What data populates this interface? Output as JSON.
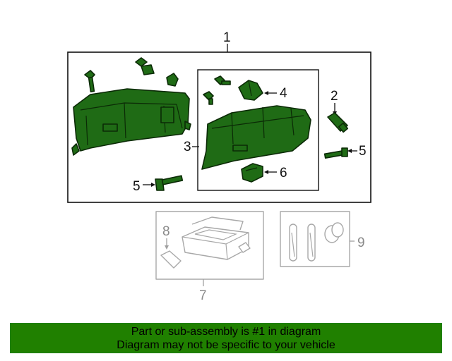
{
  "diagram": {
    "callouts": {
      "c1": "1",
      "c2": "2",
      "c3": "3",
      "c4": "4",
      "c5_right": "5",
      "c5_left": "5",
      "c6": "6",
      "c7": "7",
      "c8": "8",
      "c9": "9"
    },
    "colors": {
      "part_fill": "#1f6b15",
      "banner_bg": "#208000",
      "ghost_stroke": "#a8a8a8"
    }
  },
  "banner": {
    "line1": "Part or sub-assembly is #1 in diagram",
    "line2": "Diagram may not be specific to your vehicle"
  }
}
